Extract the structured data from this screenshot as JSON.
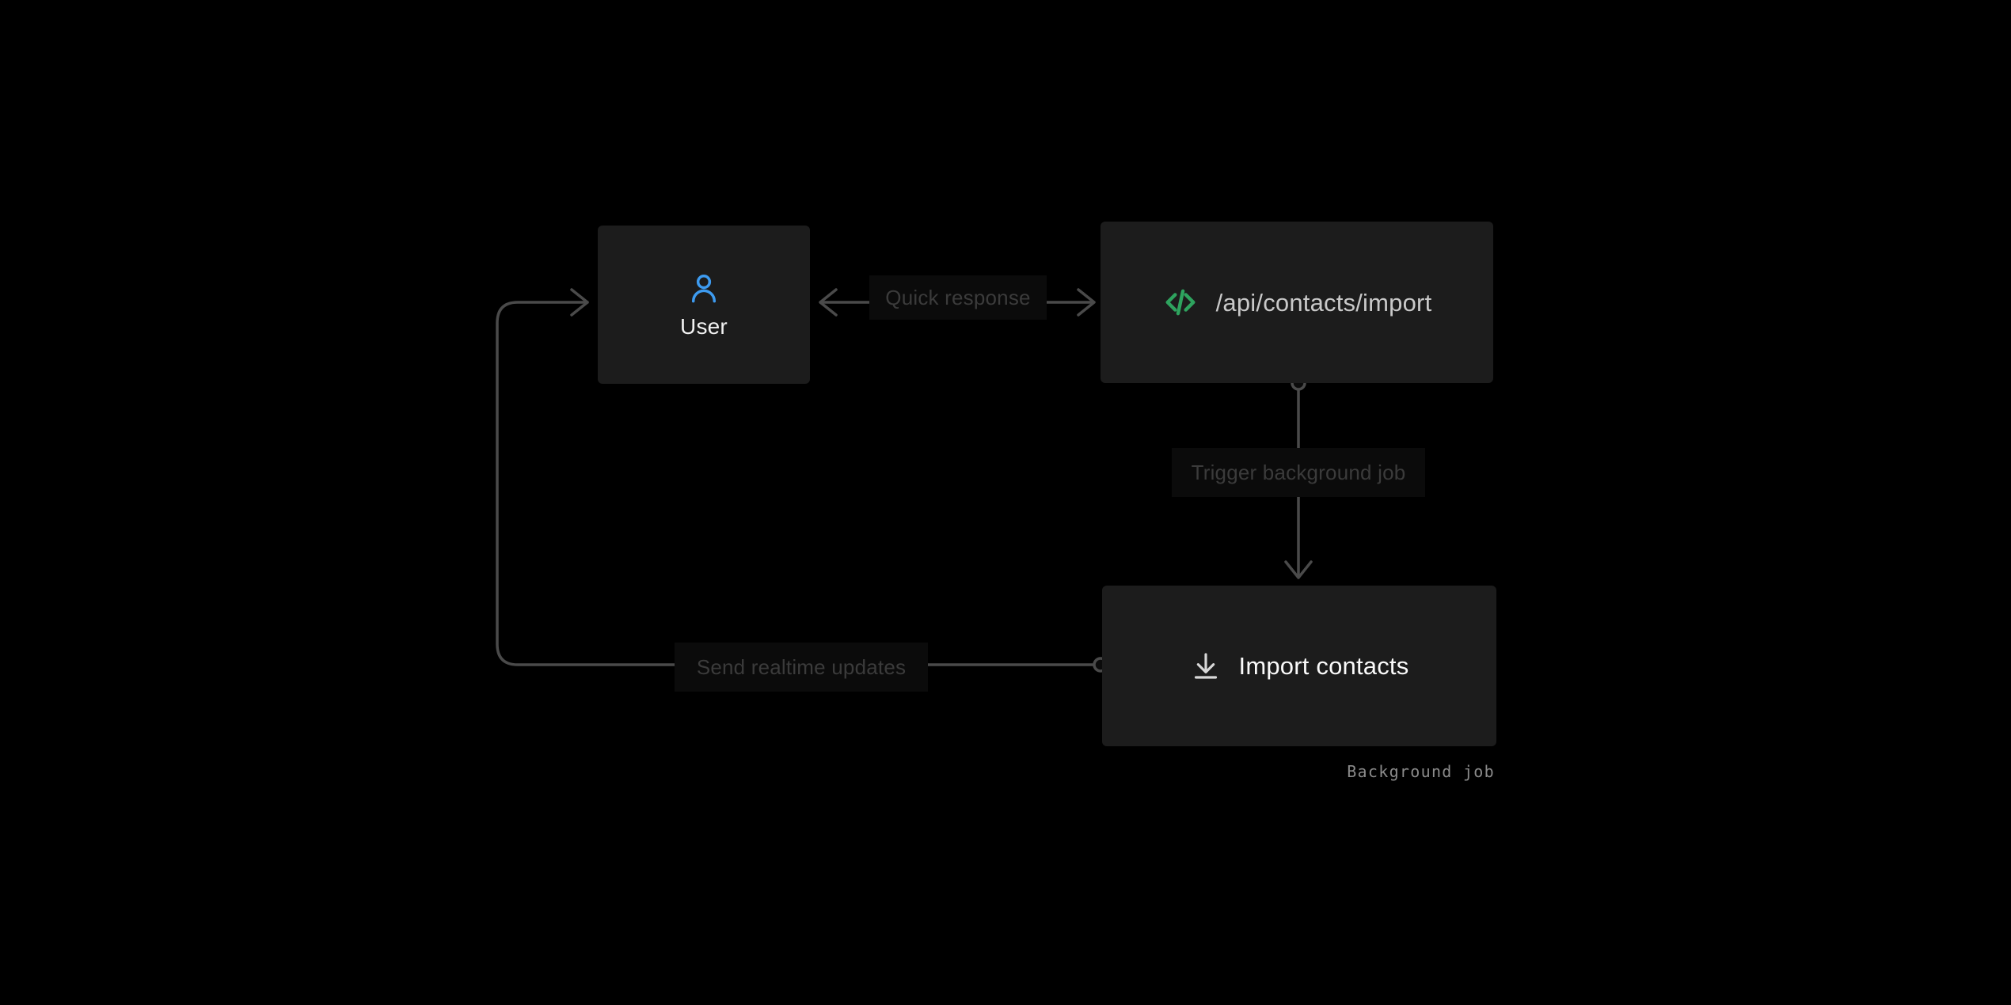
{
  "diagram": {
    "background_color": "#000000",
    "node_fill": "#1c1c1c",
    "edge_color": "#4a4a4a",
    "accent_blue": "#3d9bf0",
    "accent_green": "#2ea35e",
    "nodes": [
      {
        "id": "user",
        "label": "User",
        "icon": "user-icon",
        "icon_color": "#3d9bf0",
        "sublabel": ""
      },
      {
        "id": "api",
        "label": "/api/contacts/import",
        "icon": "code-icon",
        "icon_color": "#2ea35e",
        "sublabel": ""
      },
      {
        "id": "job",
        "label": "Import contacts",
        "icon": "download-icon",
        "icon_color": "#d8d8d8",
        "sublabel": "Background job"
      }
    ],
    "edges": [
      {
        "id": "quick-response",
        "label": "Quick response",
        "from": "api",
        "to": "user",
        "direction": "bidirectional"
      },
      {
        "id": "trigger-background-job",
        "label": "Trigger background job",
        "from": "api",
        "to": "job",
        "direction": "down"
      },
      {
        "id": "send-realtime-updates",
        "label": "Send realtime updates",
        "from": "job",
        "to": "user",
        "direction": "left-then-up"
      }
    ]
  }
}
